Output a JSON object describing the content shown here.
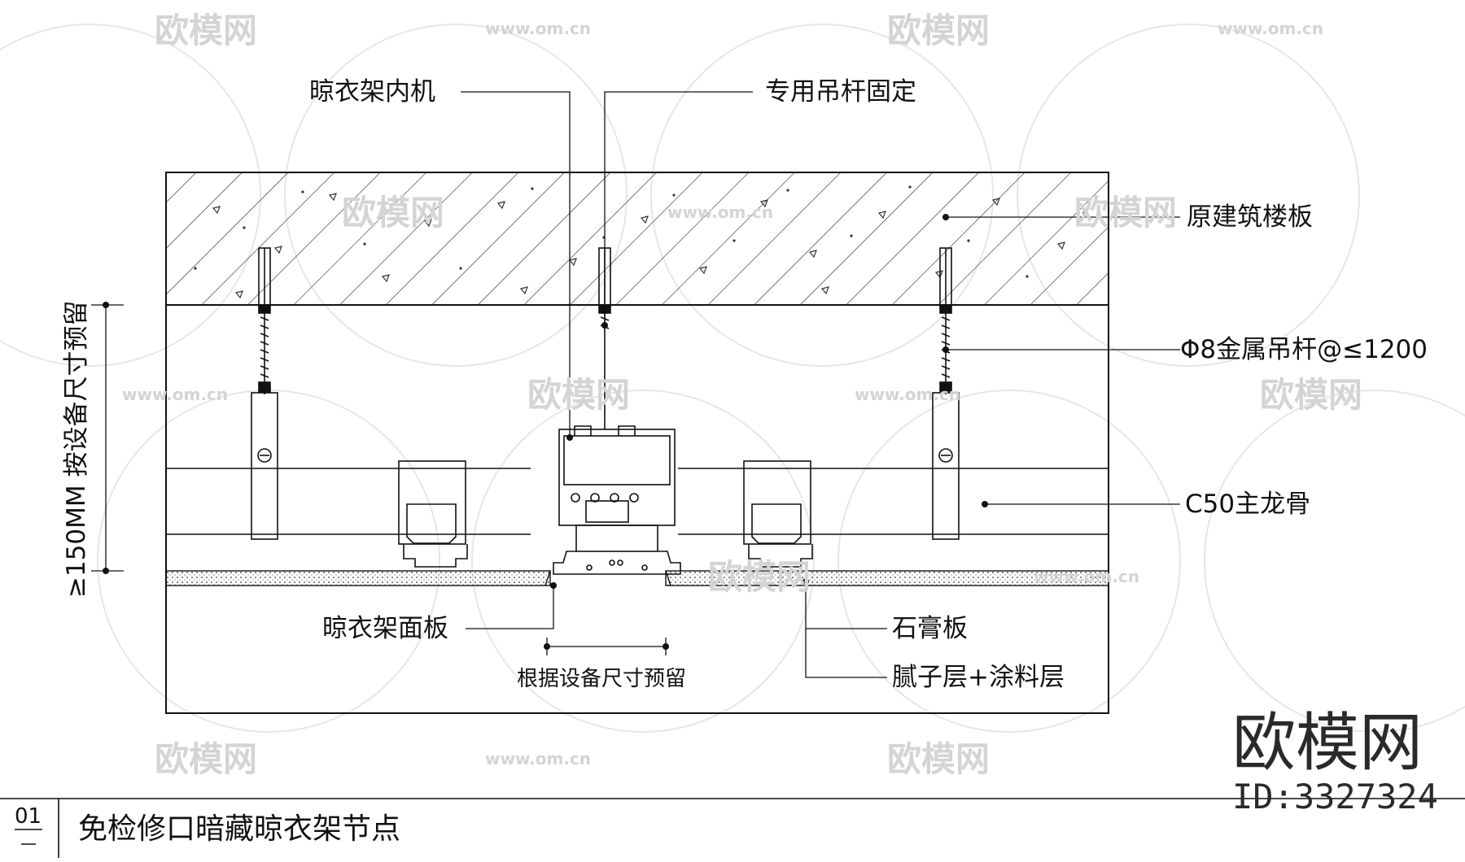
{
  "labels": {
    "indoor_unit": "晾衣架内机",
    "rod_fixing": "专用吊杆固定",
    "floor_slab": "原建筑楼板",
    "metal_rod": "Φ8金属吊杆@≤1200",
    "main_keel": "C50主龙骨",
    "panel": "晾衣架面板",
    "gypsum": "石膏板",
    "putty": "腻子层+涂料层",
    "reserve_device": "根据设备尺寸预留",
    "reserve_height": "≥150MM 按设备尺寸预留"
  },
  "title_block": {
    "number": "01",
    "title": "免检修口暗藏晾衣架节点"
  },
  "watermark": {
    "brand": "欧模网",
    "url": "www.om.cn",
    "id": "ID:3327324"
  },
  "colors": {
    "line": "#111111",
    "watermark": "#d4d4d4"
  }
}
